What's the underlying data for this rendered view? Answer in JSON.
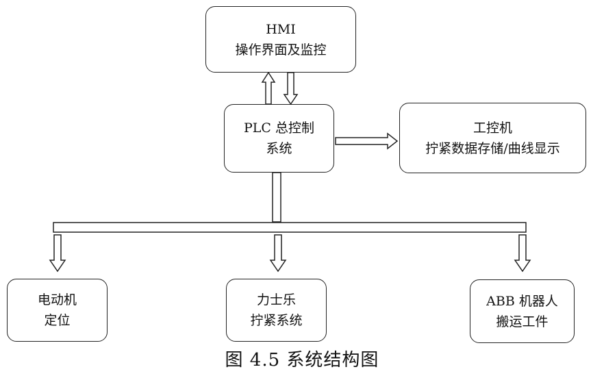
{
  "nodes": {
    "hmi": {
      "line1": "HMI",
      "line2": "操作界面及监控"
    },
    "plc": {
      "line1": "PLC 总控制",
      "line2": "系统"
    },
    "ipc": {
      "line1": "工控机",
      "line2": "拧紧数据存储/曲线显示"
    },
    "motor": {
      "line1": "电动机",
      "line2": "定位"
    },
    "lishile": {
      "line1": "力士乐",
      "line2": "拧紧系统"
    },
    "abb": {
      "line1": "ABB 机器人",
      "line2": "搬运工件"
    }
  },
  "caption": "图 4.5  系统结构图"
}
